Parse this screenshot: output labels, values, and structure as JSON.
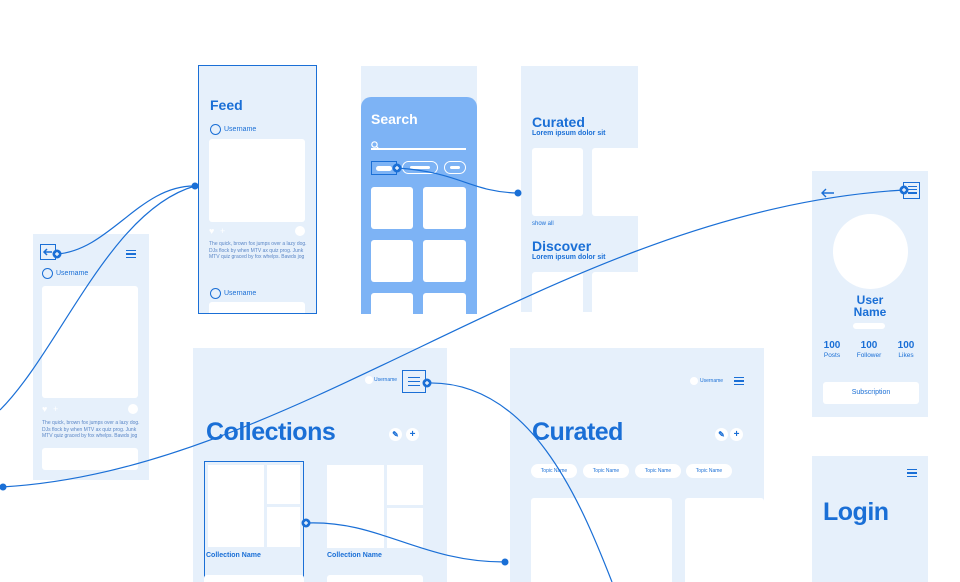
{
  "left_post": {
    "username": "Username",
    "body": "The quick, brown fox jumps over a lazy dog. DJs flock by when MTV ax quiz prog. Junk MTV quiz graced by fox whelps. Bawds jog"
  },
  "feed": {
    "title": "Feed",
    "username": "Username",
    "body": "The quick, brown fox jumps over a lazy dog. DJs flock by when MTV ax quiz prog. Junk MTV quiz graced by fox whelps. Bawds jog",
    "username2": "Username"
  },
  "search": {
    "title": "Search"
  },
  "curated_panel": {
    "title": "Curated",
    "subtitle": "Lorem ipsum dolor sit",
    "show_all": "show all",
    "title2": "Discover",
    "subtitle2": "Lorem ipsum dolor sit"
  },
  "profile": {
    "user_name": "User Name",
    "stats": [
      {
        "value": "100",
        "label": "Posts"
      },
      {
        "value": "100",
        "label": "Follower"
      },
      {
        "value": "100",
        "label": "Likes"
      }
    ],
    "subscription": "Subscription"
  },
  "collections": {
    "username": "Username",
    "title": "Collections",
    "item1": "Collection Name",
    "item2": "Collection Name"
  },
  "curated_main": {
    "username": "Username",
    "title": "Curated",
    "topics": [
      "Topic Name",
      "Topic Name",
      "Topic Name",
      "Topic Name"
    ]
  },
  "login": {
    "title": "Login"
  },
  "colors": {
    "wire": "#1a6fd6",
    "screen_bg": "#e6f0fb",
    "search_bg": "#7db3f5"
  }
}
